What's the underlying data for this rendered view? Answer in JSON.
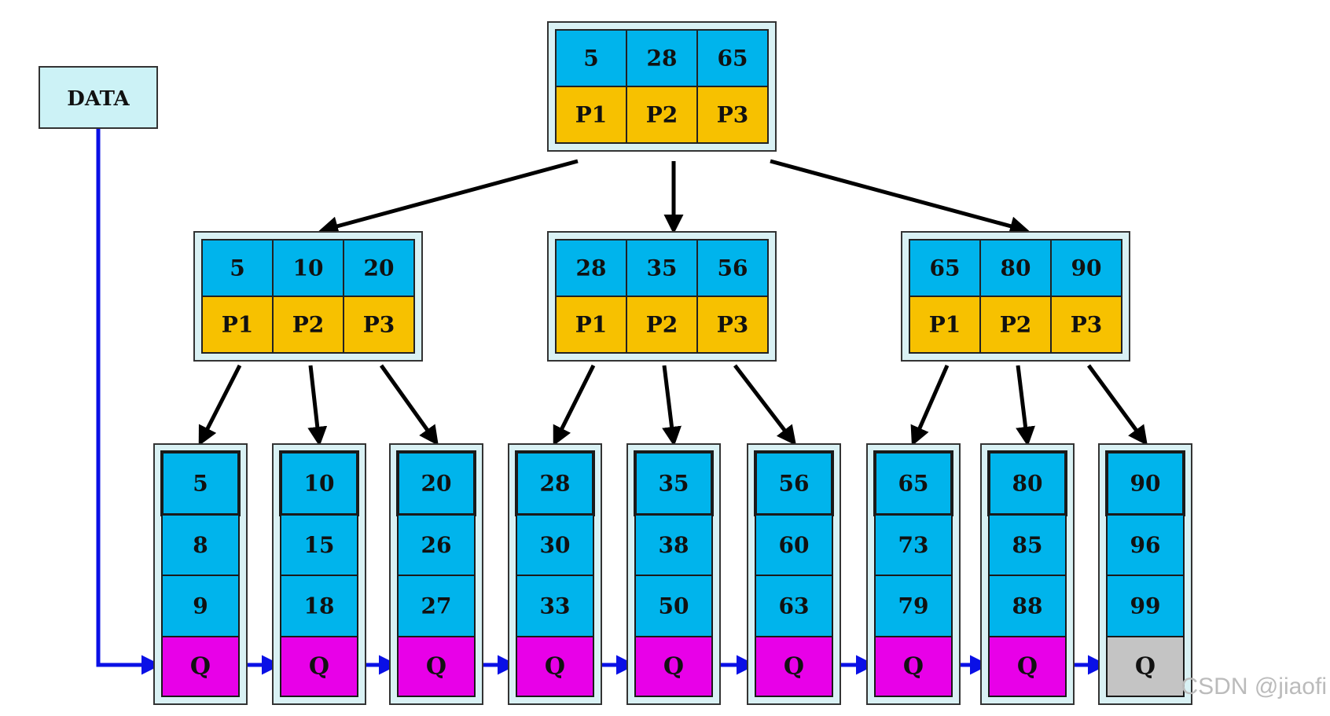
{
  "colors": {
    "key_cell": "#00B4EC",
    "pointer_cell": "#F7C100",
    "link_cell": "#E800E8",
    "terminal_cell": "#C4C4C4",
    "frame_outer": "#D9F1F4",
    "frame_border": "#333333",
    "tree_arrow": "#000000",
    "data_arrow": "#0A10E6",
    "data_box_fill": "#CCF2F6"
  },
  "data_box": {
    "label": "DATA"
  },
  "root": {
    "keys": [
      "5",
      "28",
      "65"
    ],
    "pointers": [
      "P1",
      "P2",
      "P3"
    ]
  },
  "internal_nodes": [
    {
      "keys": [
        "5",
        "10",
        "20"
      ],
      "pointers": [
        "P1",
        "P2",
        "P3"
      ]
    },
    {
      "keys": [
        "28",
        "35",
        "56"
      ],
      "pointers": [
        "P1",
        "P2",
        "P3"
      ]
    },
    {
      "keys": [
        "65",
        "80",
        "90"
      ],
      "pointers": [
        "P1",
        "P2",
        "P3"
      ]
    }
  ],
  "leaves": [
    {
      "values": [
        "5",
        "8",
        "9"
      ],
      "link": "Q"
    },
    {
      "values": [
        "10",
        "15",
        "18"
      ],
      "link": "Q"
    },
    {
      "values": [
        "20",
        "26",
        "27"
      ],
      "link": "Q"
    },
    {
      "values": [
        "28",
        "30",
        "33"
      ],
      "link": "Q"
    },
    {
      "values": [
        "35",
        "38",
        "50"
      ],
      "link": "Q"
    },
    {
      "values": [
        "56",
        "60",
        "63"
      ],
      "link": "Q"
    },
    {
      "values": [
        "65",
        "73",
        "79"
      ],
      "link": "Q"
    },
    {
      "values": [
        "80",
        "85",
        "88"
      ],
      "link": "Q"
    },
    {
      "values": [
        "90",
        "96",
        "99"
      ],
      "link": "Q",
      "terminal": true
    }
  ],
  "watermark": "CSDN @jiaofi"
}
